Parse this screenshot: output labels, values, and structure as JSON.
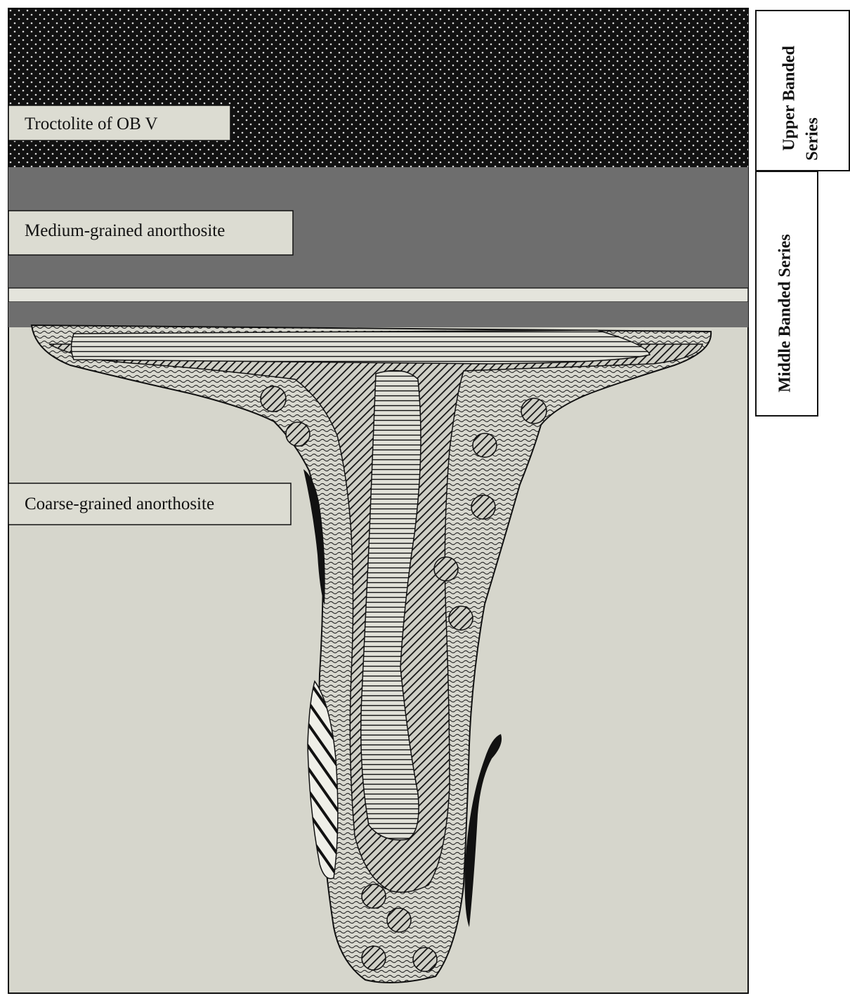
{
  "labels": {
    "troctolite": "Troctolite of OB V",
    "medium": "Medium-grained anorthosite",
    "coarse": "Coarse-grained anorthosite"
  },
  "series": {
    "upper_line1": "Upper Banded",
    "upper_line2": "Series",
    "middle": "Middle Banded Series"
  },
  "colors": {
    "troctolite_bg": "#111111",
    "medium_bg": "#6e6e6e",
    "coarse_bg": "#d6d6cc",
    "label_bg": "#dcdcd2"
  }
}
